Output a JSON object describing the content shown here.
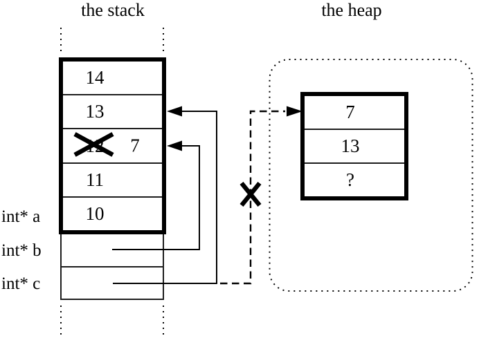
{
  "diagram": {
    "colors": {
      "ink": "#000000",
      "background": "#ffffff"
    },
    "stack": {
      "title": "the stack",
      "cells": [
        {
          "value": "14"
        },
        {
          "value": "13"
        },
        {
          "value": "12",
          "crossed_out": true,
          "new_value": "7"
        },
        {
          "value": "11"
        },
        {
          "value": "10"
        }
      ],
      "variables": [
        {
          "label": "int* a"
        },
        {
          "label": "int* b"
        },
        {
          "label": "int* c"
        }
      ]
    },
    "heap": {
      "title": "the heap",
      "cells": [
        {
          "value": "7"
        },
        {
          "value": "13"
        },
        {
          "value": "?"
        }
      ]
    }
  }
}
